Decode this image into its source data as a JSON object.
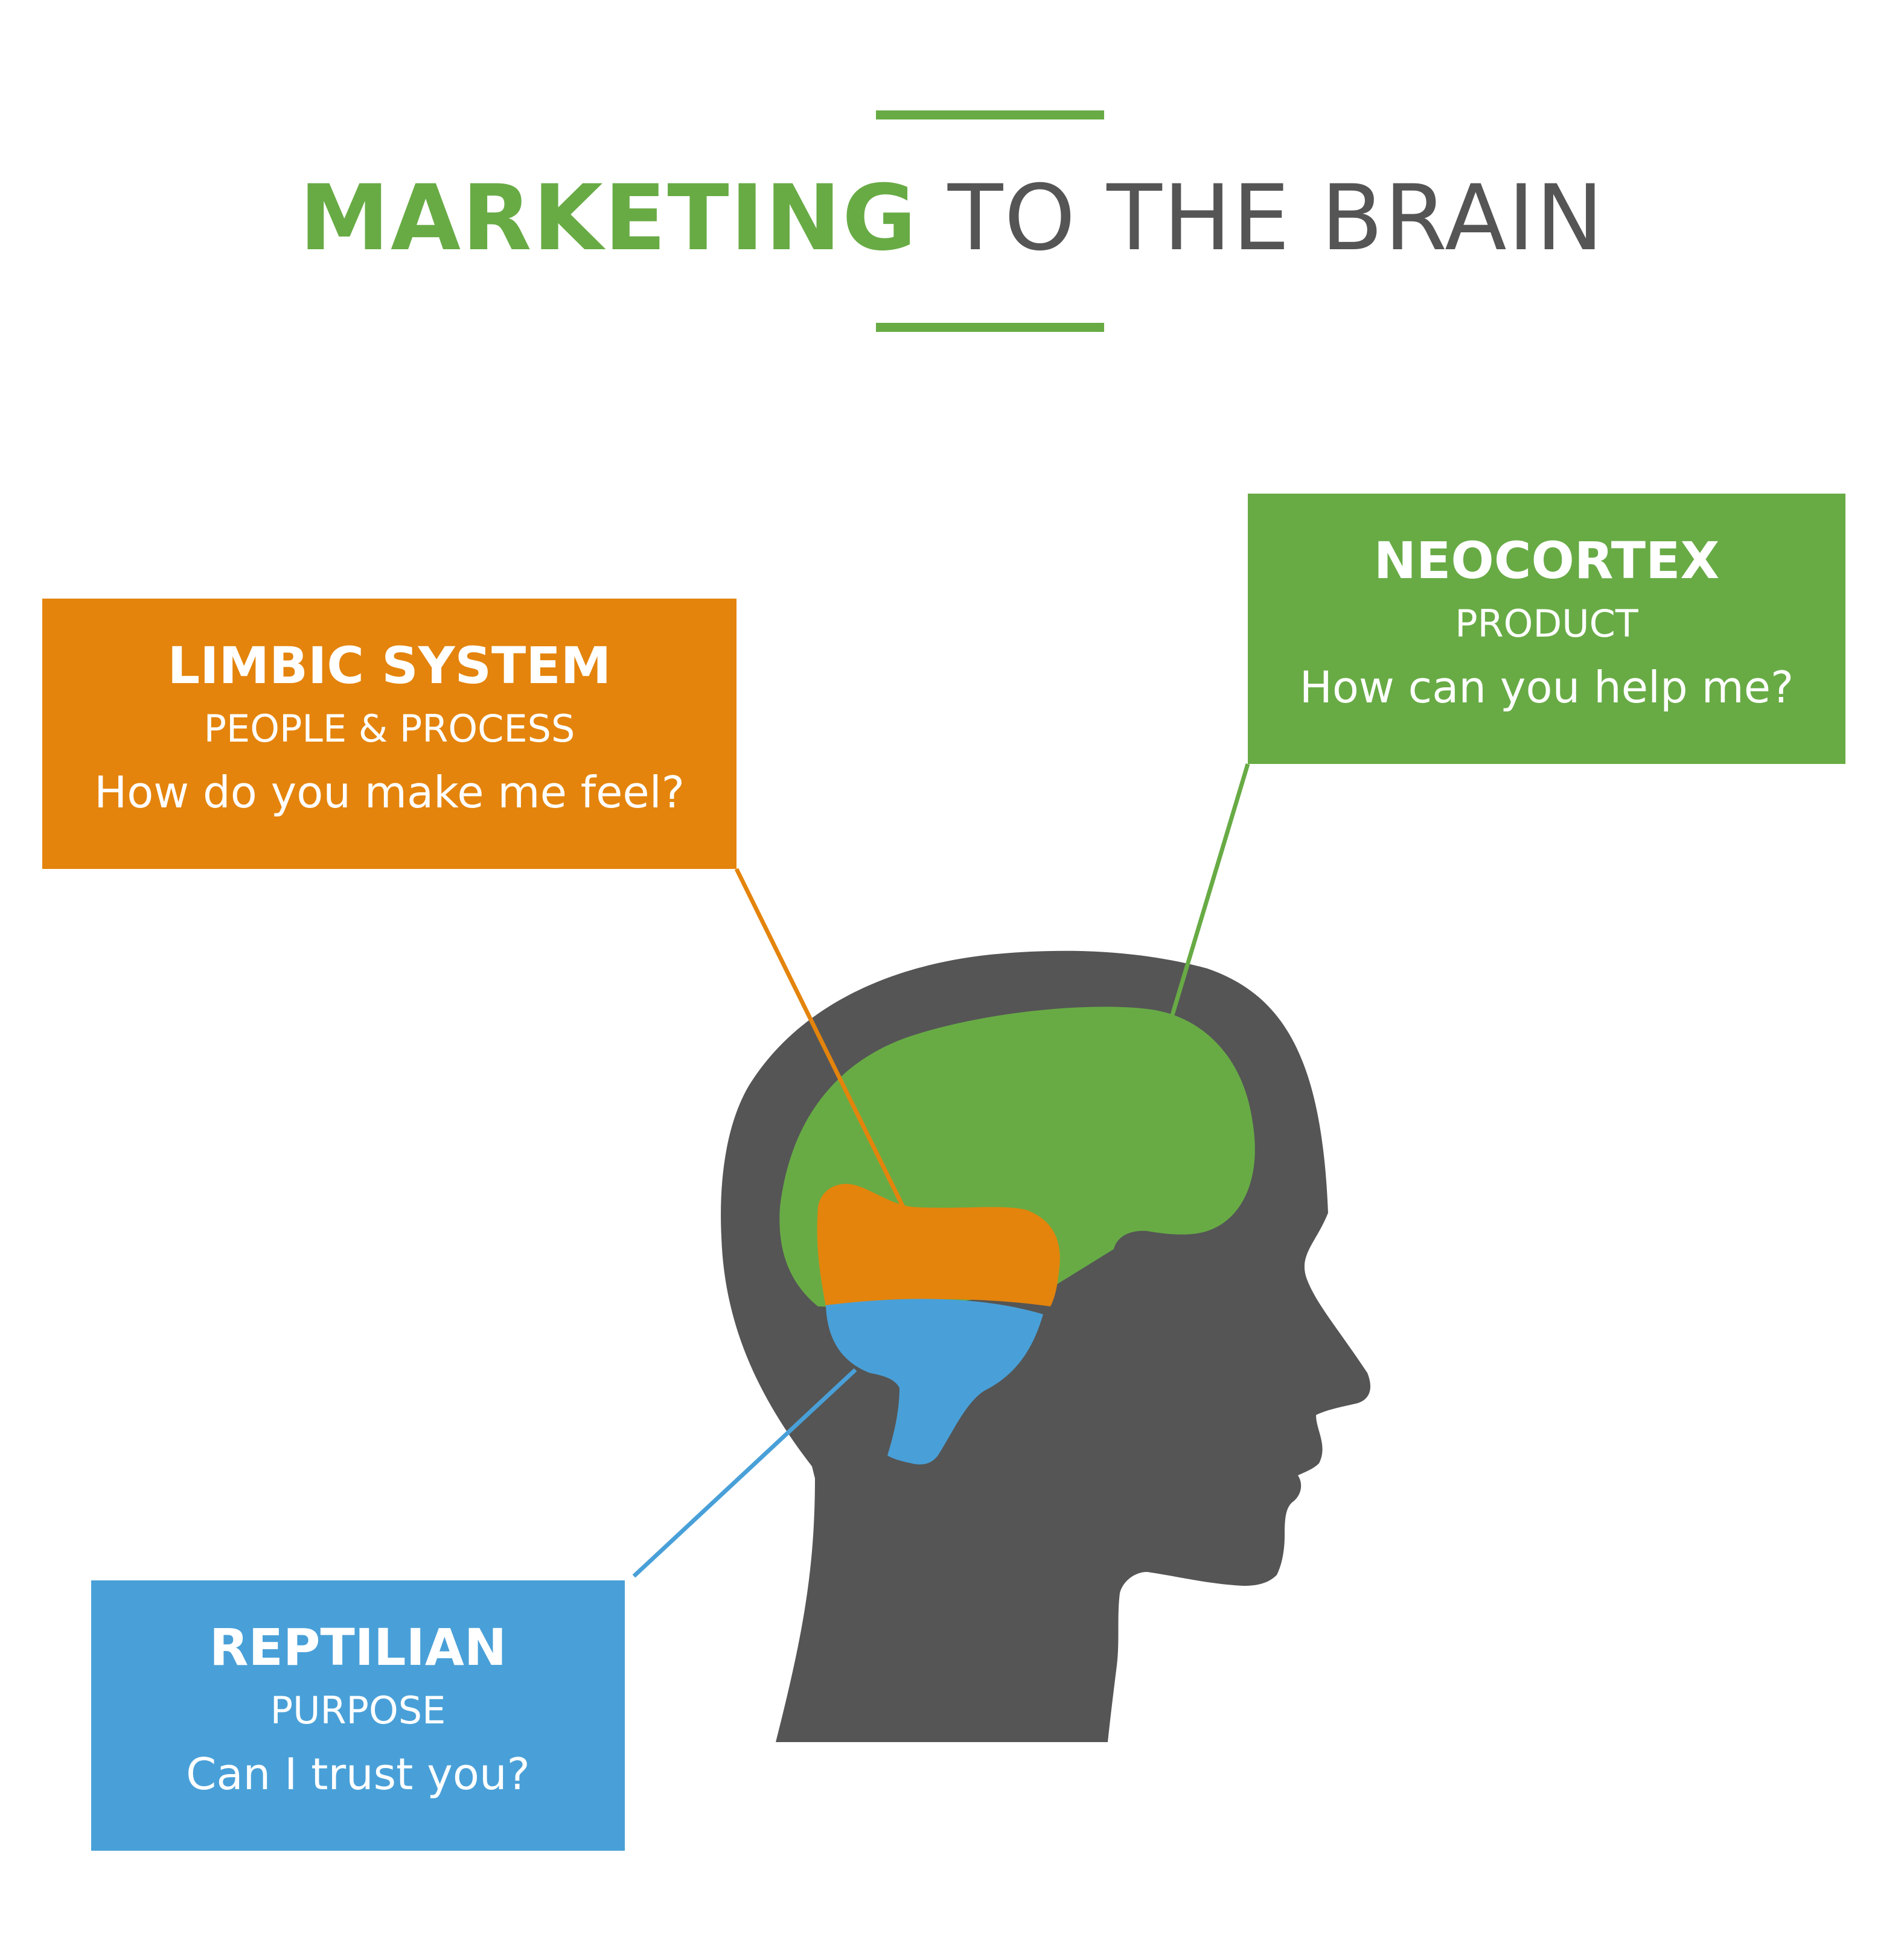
{
  "title": {
    "accent": "MARKETING",
    "rest": " TO THE BRAIN"
  },
  "colors": {
    "green": "#68ab45",
    "orange": "#e4840c",
    "blue": "#49a0d8",
    "head": "#555555",
    "title_gray": "#555555"
  },
  "limbic": {
    "name": "LIMBIC SYSTEM",
    "category": "PEOPLE & PROCESS",
    "question": "How do you make me feel?"
  },
  "neocortex": {
    "name": "NEOCORTEX",
    "category": "PRODUCT",
    "question": "How can you help me?"
  },
  "reptilian": {
    "name": "REPTILIAN",
    "category": "PURPOSE",
    "question": "Can I trust you?"
  }
}
